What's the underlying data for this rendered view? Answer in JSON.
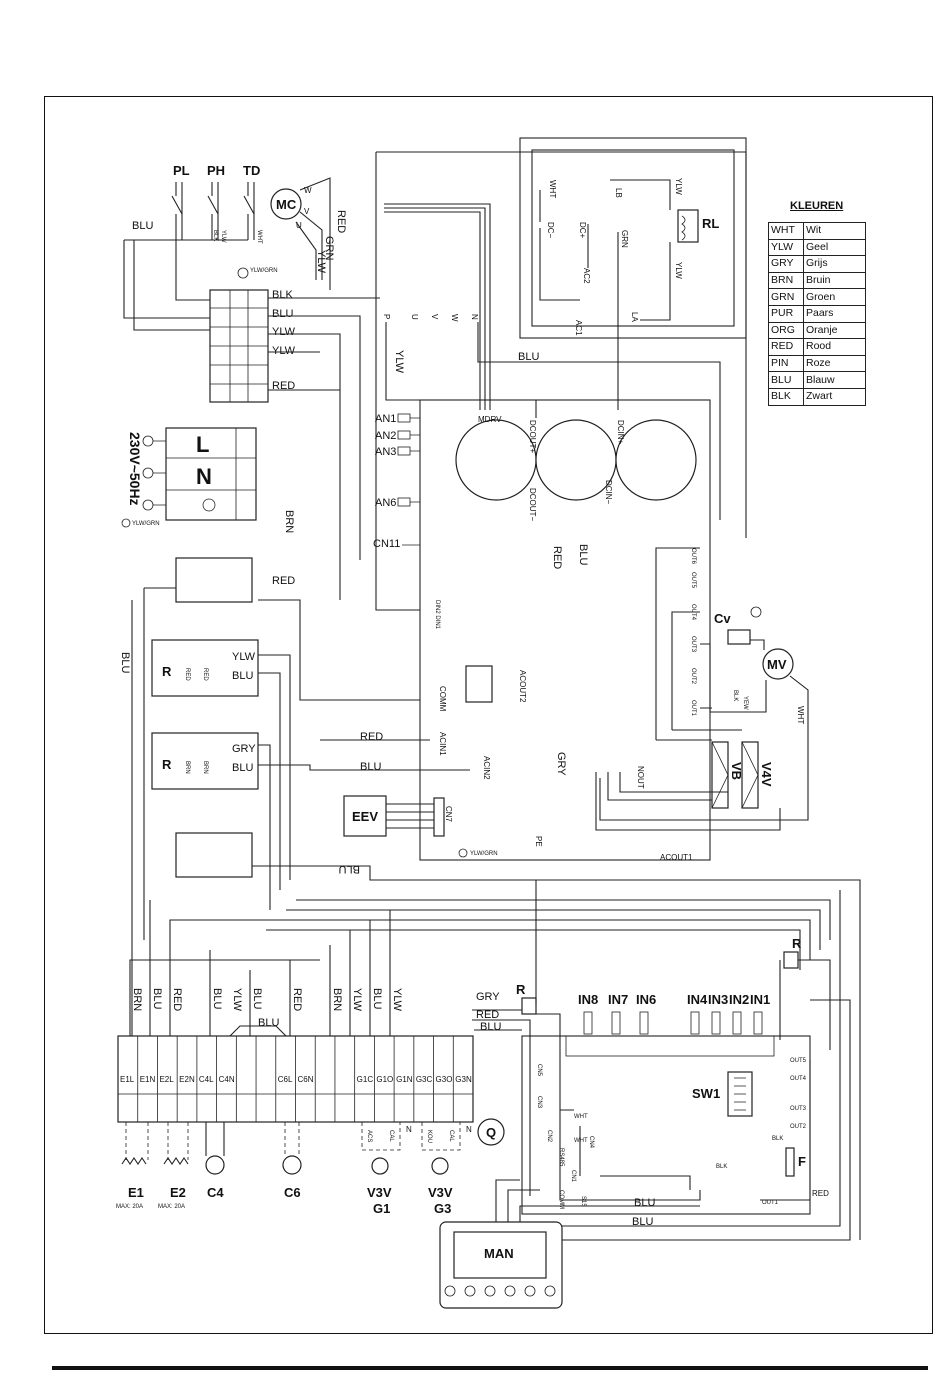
{
  "legend": {
    "title": "KLEUREN",
    "rows": [
      {
        "code": "WHT",
        "name": "Wit"
      },
      {
        "code": "YLW",
        "name": "Geel"
      },
      {
        "code": "GRY",
        "name": "Grijs"
      },
      {
        "code": "BRN",
        "name": "Bruin"
      },
      {
        "code": "GRN",
        "name": "Groen"
      },
      {
        "code": "PUR",
        "name": "Paars"
      },
      {
        "code": "ORG",
        "name": "Oranje"
      },
      {
        "code": "RED",
        "name": "Rood"
      },
      {
        "code": "PIN",
        "name": "Roze"
      },
      {
        "code": "BLU",
        "name": "Blauw"
      },
      {
        "code": "BLK",
        "name": "Zwart"
      }
    ]
  },
  "sensors": {
    "pl": "PL",
    "ph": "PH",
    "td": "TD",
    "mc": "MC"
  },
  "power": {
    "supply": "230V~50Hz",
    "l": "L",
    "n": "N",
    "ground": "YLW/GRN"
  },
  "wires": {
    "blu": "BLU",
    "blk": "BLK",
    "ylw": "YLW",
    "red": "RED",
    "brn": "BRN",
    "grn": "GRN",
    "gry": "GRY",
    "wht": "WHT",
    "yew": "YEW",
    "ylwgrn": "YLW/GRN"
  },
  "inverter": {
    "p": "P",
    "u": "U",
    "v": "V",
    "w": "W",
    "n": "N",
    "ac1": "AC1",
    "ac2": "AC2",
    "dcminus": "DC−",
    "dcplus": "DC+",
    "lb": "LB",
    "la": "LA",
    "rl": "RL"
  },
  "main_board": {
    "an1": "AN1",
    "an2": "AN2",
    "an3": "AN3",
    "an6": "AN6",
    "cn11": "CN11",
    "cn7": "CN7",
    "mdrv": "MDRV",
    "dcout_plus": "DCOUT+",
    "dcout_minus": "DCOUT−",
    "dcin_plus": "DCIN+",
    "dcin_minus": "DCIN−",
    "comm": "COMM",
    "acout2": "ACOUT2",
    "acin1": "ACIN1",
    "acin2": "ACIN2",
    "pe": "PE",
    "acout1": "ACOUT1",
    "out1": "OUT1",
    "out2": "OUT2",
    "out3": "OUT3",
    "out4": "OUT4",
    "out5": "OUT5",
    "out6": "OUT6",
    "nout": "NOUT",
    "din1": "DIN2 DIN1",
    "eev": "EEV",
    "cv": "Cv",
    "mv": "MV",
    "vb": "VB",
    "v4v": "V4V",
    "r": "R"
  },
  "terminals": [
    "E1L",
    "E1N",
    "E2L",
    "E2N",
    "C4L",
    "C4N",
    "",
    "",
    "C6L",
    "C6N",
    "",
    "",
    "G1C",
    "G1O",
    "G1N",
    "G3C",
    "G3O",
    "G3N"
  ],
  "terminal_wires": [
    "BRN",
    "BLU",
    "RED",
    "BLU",
    "YLW",
    "BLU",
    "RED",
    "BRN",
    "YLW",
    "BLU",
    "YLW",
    "BRN"
  ],
  "loads": {
    "e1": "E1",
    "e2": "E2",
    "c4": "C4",
    "c6": "C6",
    "v3v1": "V3V",
    "g1": "G1",
    "v3v3": "V3V",
    "g3": "G3",
    "max1": "MAX: 20A",
    "max2": "MAX: 20A",
    "acs": "ACS",
    "cal1": "CAL",
    "kou": "KOU",
    "cal2": "CAL",
    "n1": "N",
    "n2": "N",
    "q": "Q"
  },
  "control_board": {
    "in8": "IN8",
    "in7": "IN7",
    "in6": "IN6",
    "in4": "IN4",
    "in3": "IN3",
    "in2": "IN2",
    "in1": "IN1",
    "sw1": "SW1",
    "cn5": "CN5",
    "cn3": "CN3",
    "cn2": "CN2",
    "cn1": "CN1",
    "cn4": "CN4",
    "rs485": "RS485",
    "comm": "COMM",
    "f": "F",
    "out1": "OUT1",
    "out2": "OUT2",
    "out3": "OUT3",
    "out4": "OUT4",
    "out5": "OUT5",
    "s15": "S15",
    "r": "R"
  },
  "controller": {
    "label": "MAN"
  }
}
